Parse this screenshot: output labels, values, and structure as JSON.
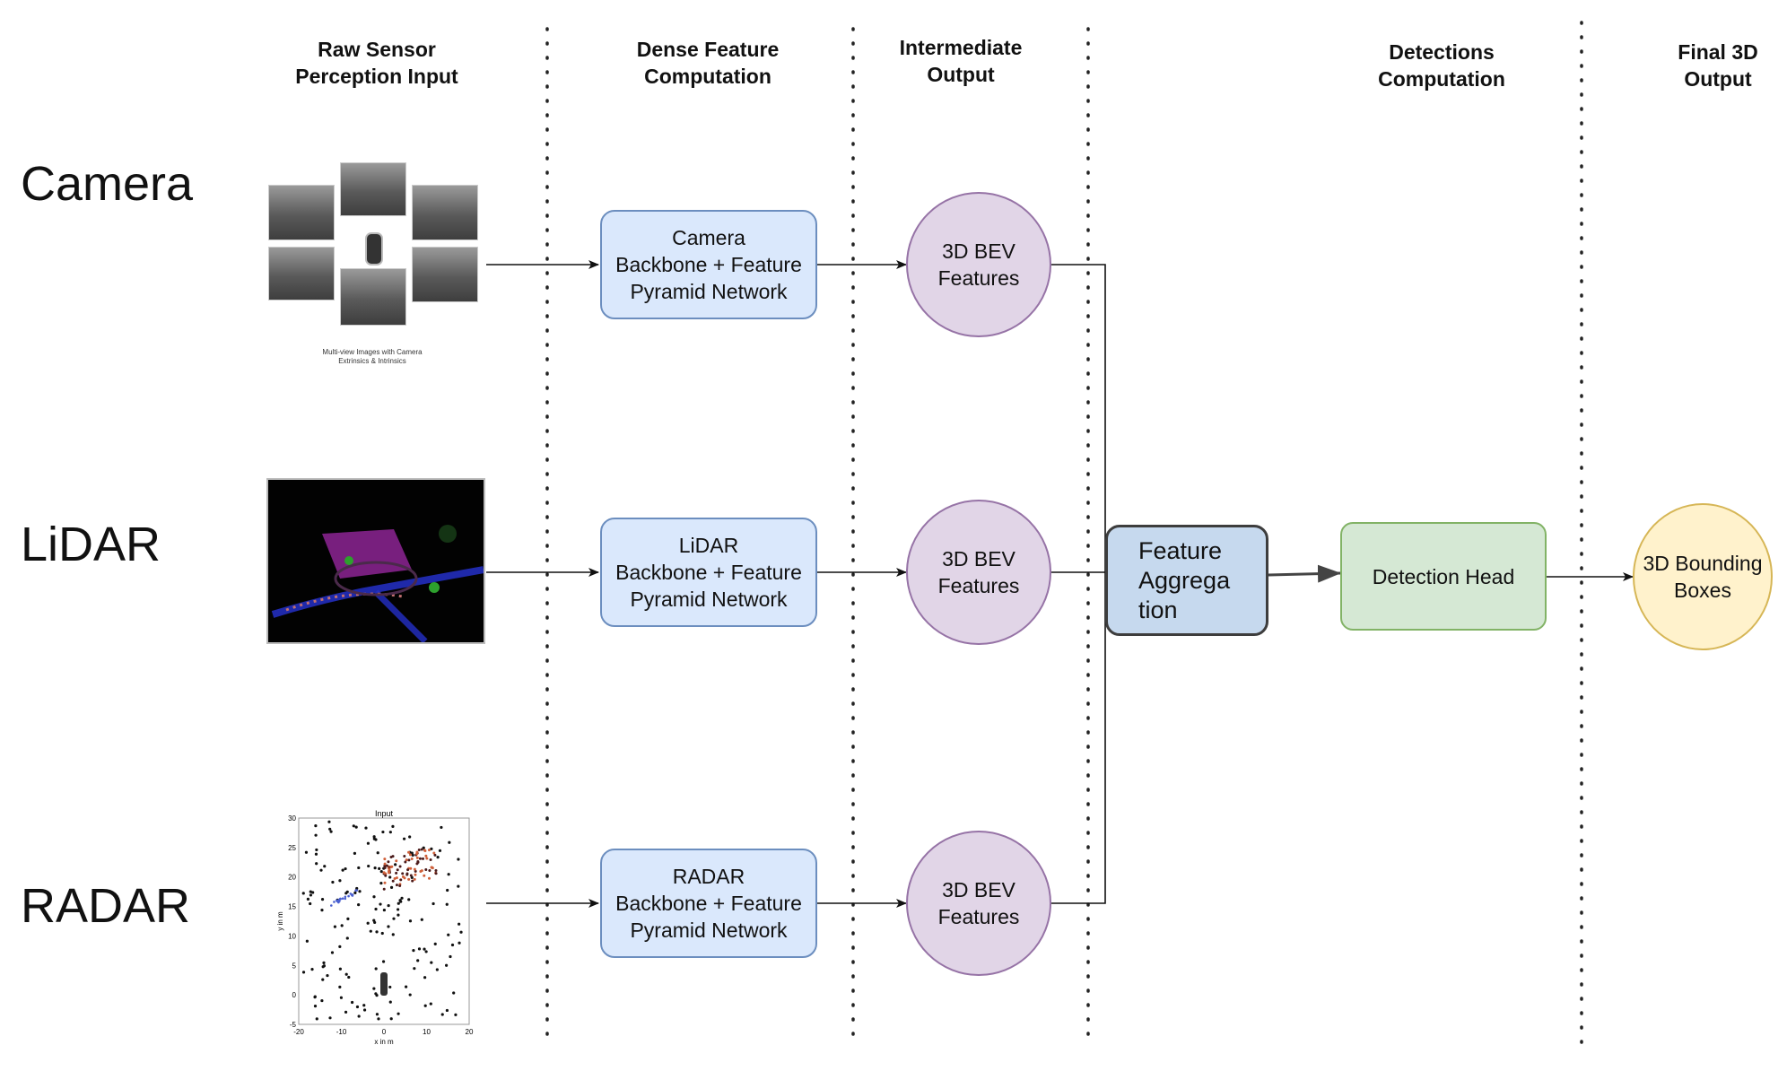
{
  "columns": [
    {
      "title_line1": "Raw Sensor",
      "title_line2": "Perception Input"
    },
    {
      "title_line1": "Dense Feature",
      "title_line2": "Computation"
    },
    {
      "title_line1": "Intermediate",
      "title_line2": "Output"
    },
    {
      "title_line1": "Detections",
      "title_line2": "Computation"
    },
    {
      "title_line1": "Final 3D",
      "title_line2": "Output"
    }
  ],
  "sensors": [
    {
      "label": "Camera",
      "backbone_line1": "Camera",
      "backbone_line2": "Backbone + Feature",
      "backbone_line3": "Pyramid Network",
      "feature_line1": "3D BEV",
      "feature_line2": "Features"
    },
    {
      "label": "LiDAR",
      "backbone_line1": "LiDAR",
      "backbone_line2": "Backbone + Feature",
      "backbone_line3": "Pyramid Network",
      "feature_line1": "3D BEV",
      "feature_line2": "Features"
    },
    {
      "label": "RADAR",
      "backbone_line1": "RADAR",
      "backbone_line2": "Backbone + Feature",
      "backbone_line3": "Pyramid Network",
      "feature_line1": "3D BEV",
      "feature_line2": "Features"
    }
  ],
  "camera_caption": "Multi-view Images with Camera Extrinsics & Intrinsics",
  "radar_plot": {
    "title": "Input",
    "xlabel": "x in m",
    "ylabel": "y in m",
    "xticks": [
      "-20",
      "-10",
      "0",
      "10",
      "20"
    ],
    "yticks": [
      "30",
      "25",
      "20",
      "15",
      "10",
      "5",
      "0",
      "-5"
    ]
  },
  "aggregation": {
    "line1": "Feature",
    "line2": "Aggrega",
    "line3": "tion"
  },
  "detection_head": "Detection Head",
  "output": {
    "line1": "3D Bounding",
    "line2": "Boxes"
  },
  "colors": {
    "backbone": "#dae8fc",
    "feature": "#e1d5e7",
    "aggregation": "#c6d9ee",
    "detection": "#d5e8d4",
    "output": "#fff2cc"
  }
}
